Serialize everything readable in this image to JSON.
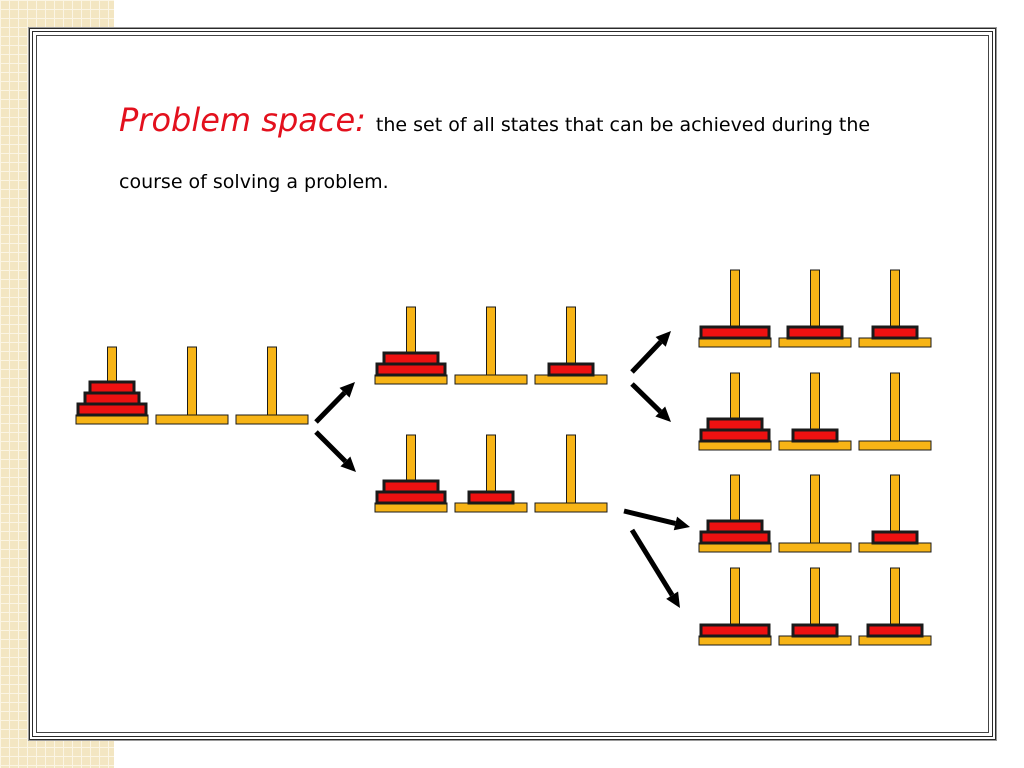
{
  "heading": {
    "term": "Problem space:",
    "definition": "the set of all states that can be achieved during the course of solving a problem."
  },
  "colors": {
    "peg": "#f7b416",
    "disk": "#ee1111",
    "outline": "#1a1a1a",
    "arrow": "#000000"
  },
  "tower_of_hanoi": {
    "peg_count": 3,
    "disk_sizes": [
      "large",
      "medium",
      "small"
    ],
    "states": [
      {
        "level": 0,
        "pegs": [
          [
            "large",
            "medium",
            "small"
          ],
          [],
          []
        ]
      },
      {
        "level": 1,
        "pegs": [
          [
            "large",
            "medium"
          ],
          [],
          [
            "small"
          ]
        ]
      },
      {
        "level": 1,
        "pegs": [
          [
            "large",
            "medium"
          ],
          [
            "small"
          ],
          []
        ]
      },
      {
        "level": 2,
        "pegs": [
          [
            "large"
          ],
          [
            "medium"
          ],
          [
            "small"
          ]
        ]
      },
      {
        "level": 2,
        "pegs": [
          [
            "large",
            "medium"
          ],
          [
            "small"
          ],
          []
        ]
      },
      {
        "level": 2,
        "pegs": [
          [
            "large",
            "medium"
          ],
          [],
          [
            "small"
          ]
        ]
      },
      {
        "level": 2,
        "pegs": [
          [
            "large"
          ],
          [
            "small"
          ],
          [
            "medium"
          ]
        ]
      }
    ],
    "transitions": [
      [
        0,
        1
      ],
      [
        0,
        2
      ],
      [
        1,
        3
      ],
      [
        1,
        4
      ],
      [
        2,
        5
      ],
      [
        2,
        6
      ]
    ]
  }
}
